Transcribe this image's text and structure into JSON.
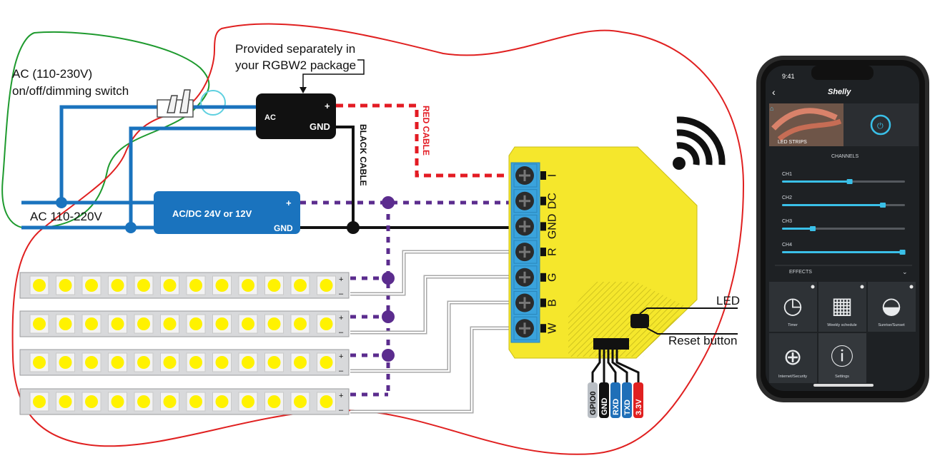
{
  "labels": {
    "ac_switch_line1": "AC (110-230V)",
    "ac_switch_line2": "on/off/dimming switch",
    "ac_input": "AC 110-220V",
    "provided_line1": "Provided separately in",
    "provided_line2": "your RGBW2 package",
    "black_cable": "BLACK CABLE",
    "red_cable": "RED CABLE",
    "led": "LED",
    "reset_button": "Reset button"
  },
  "small_psu": {
    "plus": "+",
    "gnd": "GND",
    "ac": "AC"
  },
  "main_psu": {
    "label": "AC/DC 24V or 12V",
    "plus": "+",
    "gnd": "GND"
  },
  "terminals": [
    "I",
    "DC",
    "GND",
    "R",
    "G",
    "B",
    "W"
  ],
  "strip_terminals": {
    "plus": "+",
    "minus": "–"
  },
  "pins": [
    {
      "label": "GPIO0",
      "color": "#b9bec4"
    },
    {
      "label": "GND",
      "color": "#111111"
    },
    {
      "label": "RXD",
      "color": "#1f6fb8"
    },
    {
      "label": "TXD",
      "color": "#1f6fb8"
    },
    {
      "label": "3.3V",
      "color": "#e02020"
    }
  ],
  "colors": {
    "blue_wire": "#1a73be",
    "black_wire": "#111111",
    "red_dotted": "#e31b23",
    "purple_dotted": "#5b2c8e",
    "device_yellow": "#f5e72c",
    "terminal_blue": "#3aa3dc",
    "annotation_red": "#e02020",
    "annotation_green": "#1e9a2e"
  },
  "phone": {
    "time": "9:41",
    "brand": "Shelly",
    "device_name": "LED STRIPS",
    "channels_title": "CHANNELS",
    "channels": [
      {
        "label": "CH1",
        "level": 0.55
      },
      {
        "label": "CH2",
        "level": 0.82
      },
      {
        "label": "CH3",
        "level": 0.25
      },
      {
        "label": "CH4",
        "level": 0.98
      }
    ],
    "effects_title": "EFFECTS",
    "tiles": [
      "Timer",
      "Weekly schedule",
      "Sunrise/Sunset",
      "Internet/Security",
      "Settings"
    ]
  }
}
